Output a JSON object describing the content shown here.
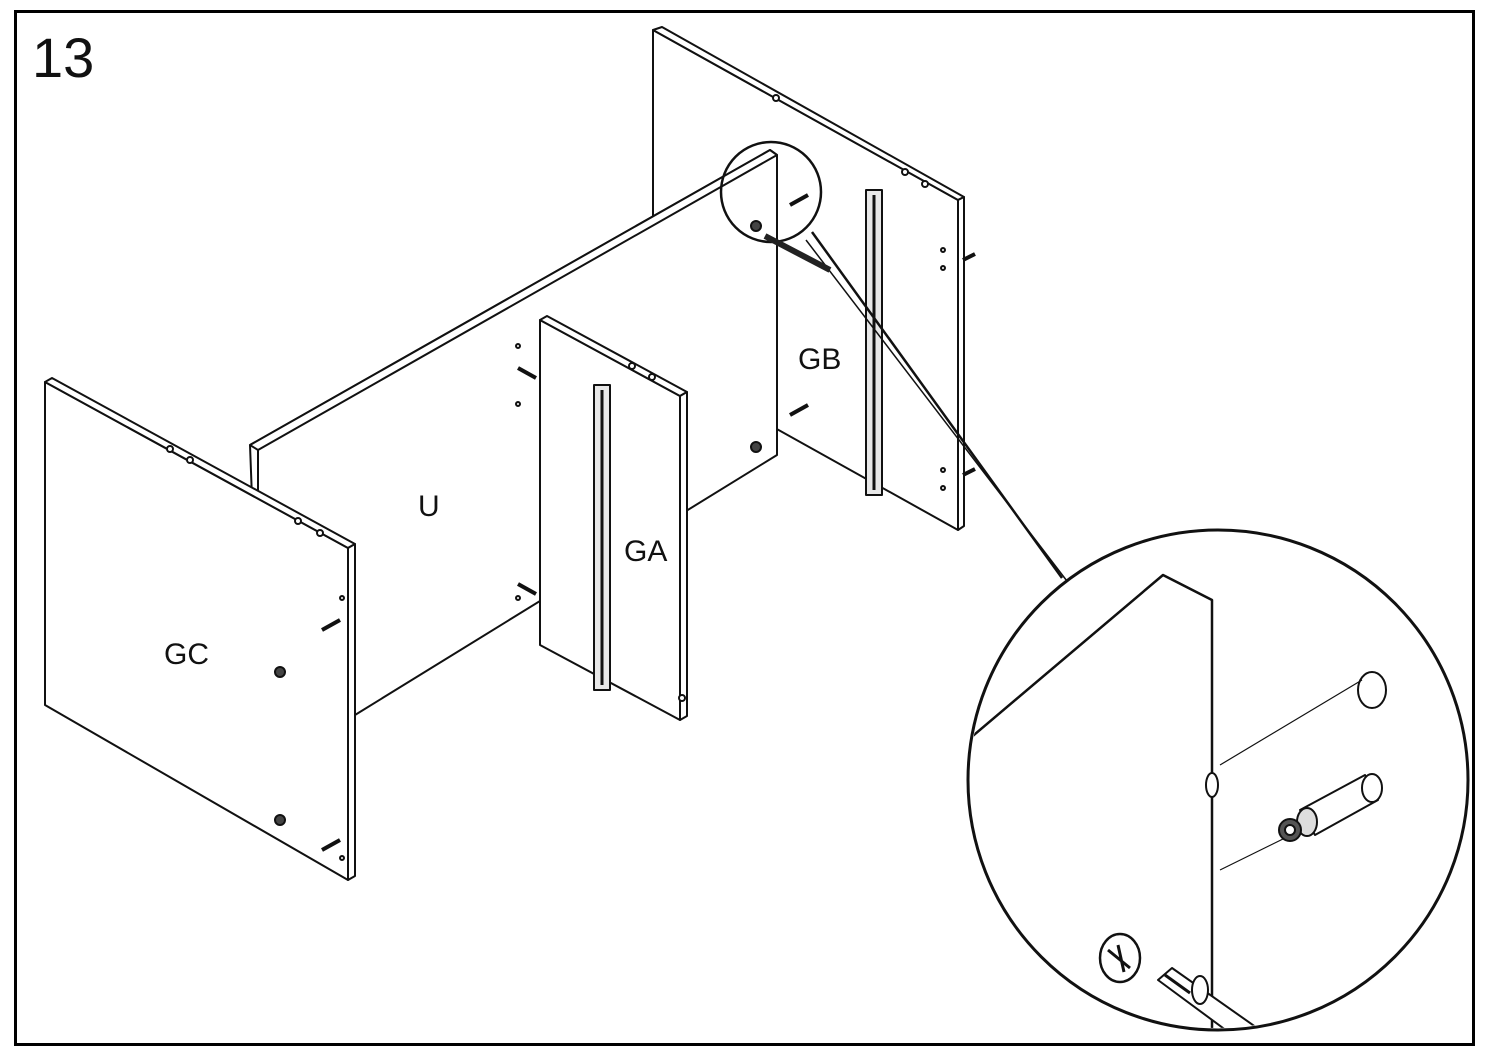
{
  "step": {
    "number": "13"
  },
  "parts": {
    "gc": "GC",
    "u": "U",
    "ga": "GA",
    "gb": "GB"
  },
  "colors": {
    "line": "#111111",
    "paper": "#ffffff",
    "hardware": "#333333"
  }
}
